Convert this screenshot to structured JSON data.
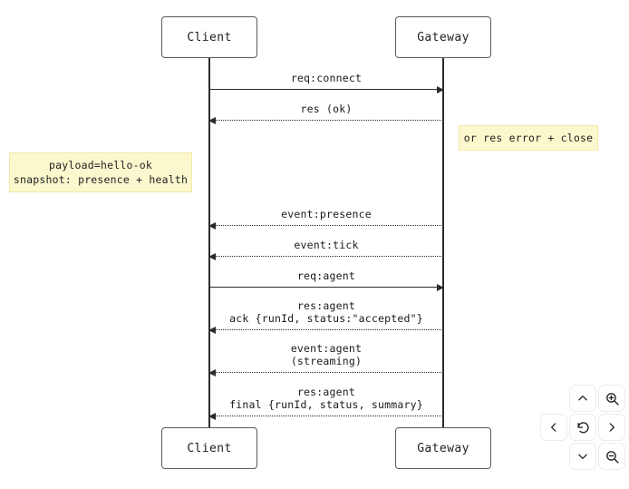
{
  "diagram": {
    "type": "sequence-diagram",
    "participants": [
      {
        "id": "client",
        "label": "Client"
      },
      {
        "id": "gateway",
        "label": "Gateway"
      }
    ],
    "messages": [
      {
        "id": "req-connect",
        "from": "client",
        "to": "gateway",
        "direction": "right",
        "style": "solid",
        "line1": "req:connect",
        "line2": ""
      },
      {
        "id": "res-ok",
        "from": "gateway",
        "to": "client",
        "direction": "left",
        "style": "dotted",
        "line1": "res (ok)",
        "line2": ""
      },
      {
        "id": "event-presence",
        "from": "gateway",
        "to": "client",
        "direction": "left",
        "style": "dotted",
        "line1": "event:presence",
        "line2": ""
      },
      {
        "id": "event-tick",
        "from": "gateway",
        "to": "client",
        "direction": "left",
        "style": "dotted",
        "line1": "event:tick",
        "line2": ""
      },
      {
        "id": "req-agent",
        "from": "client",
        "to": "gateway",
        "direction": "right",
        "style": "solid",
        "line1": "req:agent",
        "line2": ""
      },
      {
        "id": "res-agent-ack",
        "from": "gateway",
        "to": "client",
        "direction": "left",
        "style": "dotted",
        "line1": "res:agent",
        "line2": "ack {runId, status:\"accepted\"}"
      },
      {
        "id": "event-agent",
        "from": "gateway",
        "to": "client",
        "direction": "left",
        "style": "dotted",
        "line1": "event:agent",
        "line2": "(streaming)"
      },
      {
        "id": "res-agent-final",
        "from": "gateway",
        "to": "client",
        "direction": "left",
        "style": "dotted",
        "line1": "res:agent",
        "line2": "final {runId, status, summary}"
      }
    ],
    "notes": [
      {
        "id": "note-payload",
        "side": "left-of-client",
        "line1": "payload=hello-ok",
        "line2": "snapshot: presence + health"
      },
      {
        "id": "note-error",
        "side": "right-of-gateway",
        "line1": "or res error + close",
        "line2": ""
      }
    ],
    "colors": {
      "note_fill": "#fbf8cd",
      "note_border": "#f0e9a8",
      "line": "#2b2b2b",
      "box_border": "#5a5a5a",
      "background": "#ffffff"
    }
  },
  "controls": {
    "pan_up": "pan-up",
    "pan_down": "pan-down",
    "pan_left": "pan-left",
    "pan_right": "pan-right",
    "reset": "reset-view",
    "zoom_in": "zoom-in",
    "zoom_out": "zoom-out"
  }
}
